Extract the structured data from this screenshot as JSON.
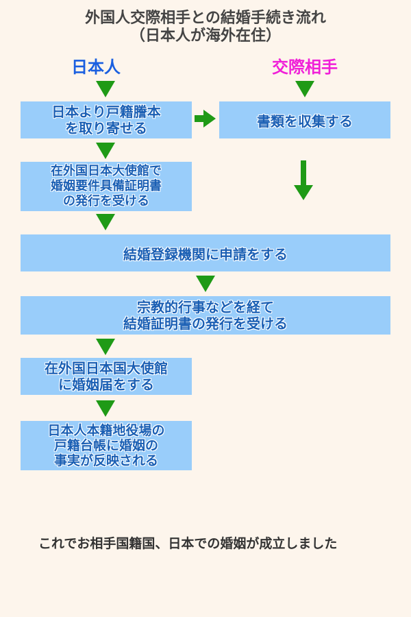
{
  "title": {
    "line1": "外国人交際相手との結婚手続き流れ",
    "line2": "（日本人が海外在住）"
  },
  "columns": {
    "left": {
      "label": "日本人",
      "color": "#1a5fe0"
    },
    "right": {
      "label": "交際相手",
      "color": "#f020d8"
    }
  },
  "steps": {
    "koseki": "日本より戸籍謄本\nを取り寄せる",
    "shorui": "書類を収集する",
    "yoken": "在外国日本大使館で\n婚姻要件具備証明書\nの発行を受ける",
    "touroku": "結婚登録機関に申請をする",
    "shukyo": "宗教的行事などを経て\n結婚証明書の発行を受ける",
    "todoke": "在外国日本国大使館\nに婚姻届をする",
    "hanei": "日本人本籍地役場の\n戸籍台帳に婚姻の\n事実が反映される"
  },
  "footer": "これでお相手国籍国、日本での婚姻が成立しました",
  "colors": {
    "box": "#99cdfa",
    "box_text": "#1a5fb4",
    "arrow": "#1f9a16"
  }
}
